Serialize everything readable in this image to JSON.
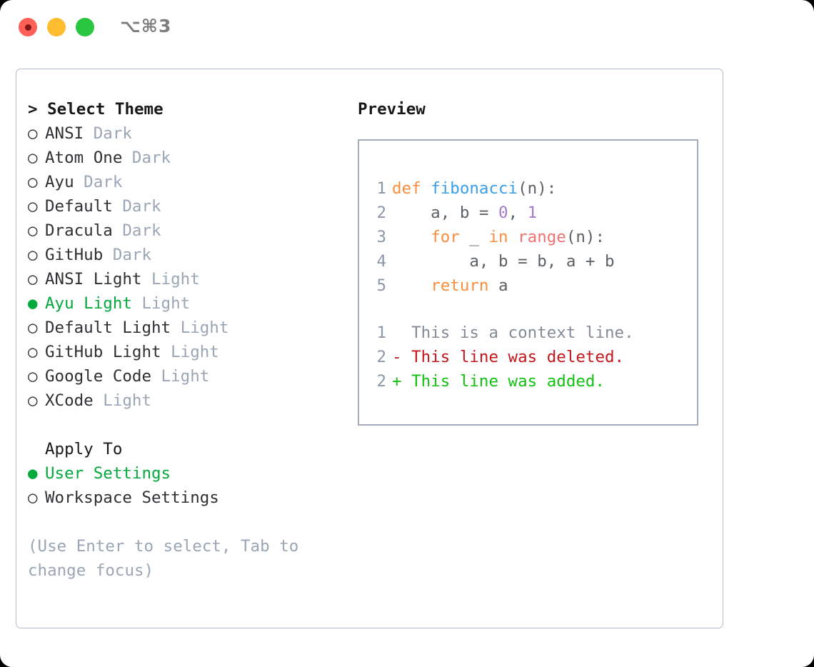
{
  "window": {
    "shortcut_label": "⌥⌘3",
    "traffic_lights": [
      {
        "name": "close",
        "color": "#fe5f57"
      },
      {
        "name": "minimize",
        "color": "#febc2e"
      },
      {
        "name": "maximize",
        "color": "#29c740"
      }
    ]
  },
  "theme_picker": {
    "caret": ">",
    "title": "Select Theme",
    "radio_empty": "○",
    "radio_filled": "●",
    "items": [
      {
        "name": "ANSI",
        "kind": "Dark",
        "selected": false
      },
      {
        "name": "Atom One",
        "kind": "Dark",
        "selected": false
      },
      {
        "name": "Ayu",
        "kind": "Dark",
        "selected": false
      },
      {
        "name": "Default",
        "kind": "Dark",
        "selected": false
      },
      {
        "name": "Dracula",
        "kind": "Dark",
        "selected": false
      },
      {
        "name": "GitHub",
        "kind": "Dark",
        "selected": false
      },
      {
        "name": "ANSI Light",
        "kind": "Light",
        "selected": false
      },
      {
        "name": "Ayu Light",
        "kind": "Light",
        "selected": true
      },
      {
        "name": "Default Light",
        "kind": "Light",
        "selected": false
      },
      {
        "name": "GitHub Light",
        "kind": "Light",
        "selected": false
      },
      {
        "name": "Google Code",
        "kind": "Light",
        "selected": false
      },
      {
        "name": "XCode",
        "kind": "Light",
        "selected": false
      }
    ]
  },
  "apply_to": {
    "title": "Apply To",
    "items": [
      {
        "name": "User Settings",
        "selected": true
      },
      {
        "name": "Workspace Settings",
        "selected": false
      }
    ]
  },
  "hint": "(Use Enter to select, Tab to change focus)",
  "preview": {
    "title": "Preview",
    "code_lines": [
      {
        "no": "1",
        "tokens": [
          {
            "t": "def",
            "c": "kw"
          },
          {
            "t": " ",
            "c": "pl"
          },
          {
            "t": "fibonacci",
            "c": "fn"
          },
          {
            "t": "(n):",
            "c": "pl"
          }
        ]
      },
      {
        "no": "2",
        "tokens": [
          {
            "t": "    a, b = ",
            "c": "pl"
          },
          {
            "t": "0",
            "c": "num"
          },
          {
            "t": ", ",
            "c": "pl"
          },
          {
            "t": "1",
            "c": "num"
          }
        ]
      },
      {
        "no": "3",
        "tokens": [
          {
            "t": "    ",
            "c": "pl"
          },
          {
            "t": "for",
            "c": "kw"
          },
          {
            "t": " _ ",
            "c": "pl"
          },
          {
            "t": "in",
            "c": "kw"
          },
          {
            "t": " ",
            "c": "pl"
          },
          {
            "t": "range",
            "c": "bi"
          },
          {
            "t": "(n):",
            "c": "pl"
          }
        ]
      },
      {
        "no": "4",
        "tokens": [
          {
            "t": "        a, b = b, a + b",
            "c": "pl"
          }
        ]
      },
      {
        "no": "5",
        "tokens": [
          {
            "t": "    ",
            "c": "pl"
          },
          {
            "t": "return",
            "c": "kw"
          },
          {
            "t": " a",
            "c": "pl"
          }
        ]
      }
    ],
    "diff_lines": [
      {
        "no": "1",
        "marker": " ",
        "text": " This is a context line.",
        "kind": "ctx"
      },
      {
        "no": "2",
        "marker": "-",
        "text": " This line was deleted.",
        "kind": "del"
      },
      {
        "no": "2",
        "marker": "+",
        "text": " This line was added.",
        "kind": "add"
      }
    ]
  },
  "colors": {
    "accent_green": "#04a93d",
    "muted": "#9aa5b5",
    "keyword": "#fa8d3e",
    "function": "#3a9fe8",
    "builtin": "#f07171",
    "number": "#a37acc",
    "plain": "#5c6166",
    "diff_deleted": "#c4161c",
    "diff_added": "#12c112",
    "border": "#b3bbc8"
  }
}
